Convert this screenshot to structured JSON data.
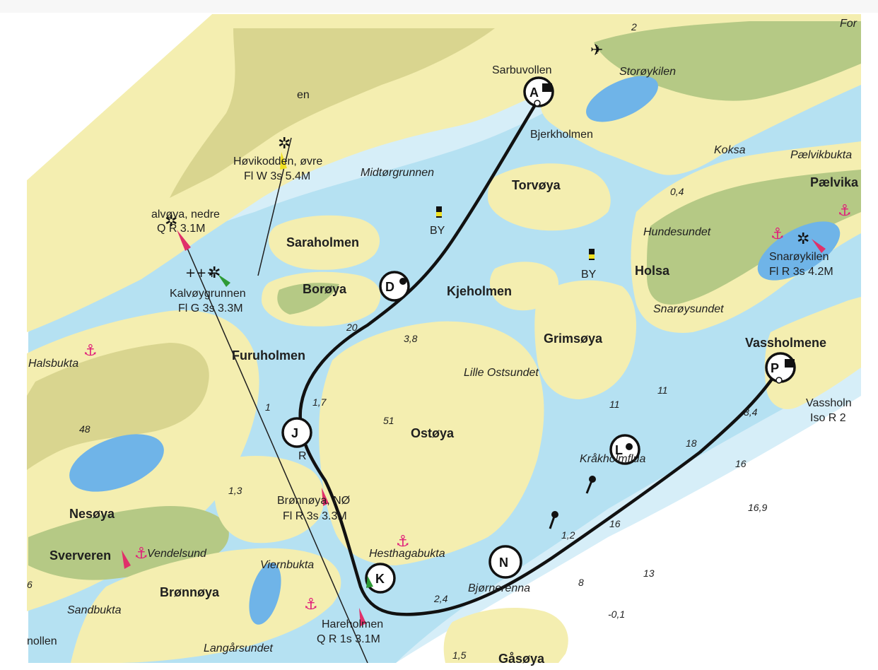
{
  "colors": {
    "land": "#f4eeb0",
    "land_dark": "#d9d58f",
    "vegetation": "#b5c985",
    "shallow_water": "#a9dcf0",
    "mid_water": "#d6eef8",
    "deep_water": "#ffffff",
    "lake": "#6fb4e8",
    "route": "#111111",
    "anchor": "#e0207a",
    "light_red": "#e0306a",
    "light_green": "#2e9a35",
    "light_yellow": "#f0e020"
  },
  "place_names_bold": {
    "saraholmen": "Saraholmen",
    "borøya": "Borøya",
    "kjeholmen": "Kjeholmen",
    "torvøya": "Torvøya",
    "grimsøya": "Grimsøya",
    "holsa": "Holsa",
    "furuholmen": "Furuholmen",
    "ostøya": "Ostøya",
    "nesøya": "Nesøya",
    "sververen": "Sververen",
    "brønnøya": "Brønnøya",
    "vassholmene": "Vassholmene",
    "pælvika": "Pælvika",
    "gåsøya": "Gåsøya"
  },
  "place_names_italic": {
    "storøykilen": "Storøykilen",
    "koksa": "Koksa",
    "pælvikbukta": "Pælvikbukta",
    "hundesundet": "Hundesundet",
    "snarøysundet": "Snarøysundet",
    "midtørgrunnen": "Midtørgrunnen",
    "halsbukta": "Halsbukta",
    "lille_ostsundet": "Lille Ostsundet",
    "kråkholmflua": "Kråkholmflua",
    "vendelsund": "Vendelsund",
    "viernbukta": "Viernbukta",
    "hesthagabukta": "Hesthagabukta",
    "bjørnerenna": "Bjørnerenna",
    "sandbukta": "Sandbukta",
    "langårsundet": "Langårsundet",
    "for": "For"
  },
  "place_names_plain": {
    "sarbuvollen": "Sarbuvollen",
    "bjerkholmen": "Bjerkholmen",
    "nollen": "nollen",
    "en": "en"
  },
  "lights": {
    "hovikodden_name": "Høvikodden, øvre",
    "hovikodden_char": "Fl W 3s 5.4M",
    "kalvoya_name": "alvøya, nedre",
    "kalvoya_char": "Q R 3.1M",
    "kalvoygrunnen_name": "Kalvøygrunnen",
    "kalvoygrunnen_char": "Fl G 3s 3.3M",
    "snaroykilen_name": "Snarøykilen",
    "snaroykilen_char": "Fl R 3s 4.2M",
    "bronnoya_ne_name": "Brønnøya, NØ",
    "bronnoya_ne_char": "Fl R 3s 3.3M",
    "hareholmen_name": "Hareholmen",
    "hareholmen_char": "Q R 1s 3.1M",
    "vassholmene_name": "Vassholn",
    "vassholmene_char": "Iso R 2"
  },
  "buoy_labels": {
    "by1": "BY",
    "by2": "BY",
    "r": "R"
  },
  "depths": {
    "d_2": "2",
    "d_0_4": "0,4",
    "d_3_8": "3,8",
    "d_20": "20",
    "d_51": "51",
    "d_1_7": "1,7",
    "d_1": "1",
    "d_48": "48",
    "d_1_3": "1,3",
    "d_6": "6",
    "d_11a": "11",
    "d_11b": "11",
    "d_8_4": "8,4",
    "d_16a": "16",
    "d_16b": "16",
    "d_16_9": "16,9",
    "d_13": "13",
    "d_8": "8",
    "d_minus_0_1": "-0,1",
    "d_2_4": "2,4",
    "d_1_5": "1,5",
    "d_1_2": "1,2",
    "d_18": "18"
  },
  "waypoints": {
    "A": "A",
    "D": "D",
    "J": "J",
    "K": "K",
    "L": "L",
    "N": "N",
    "P": "P"
  }
}
